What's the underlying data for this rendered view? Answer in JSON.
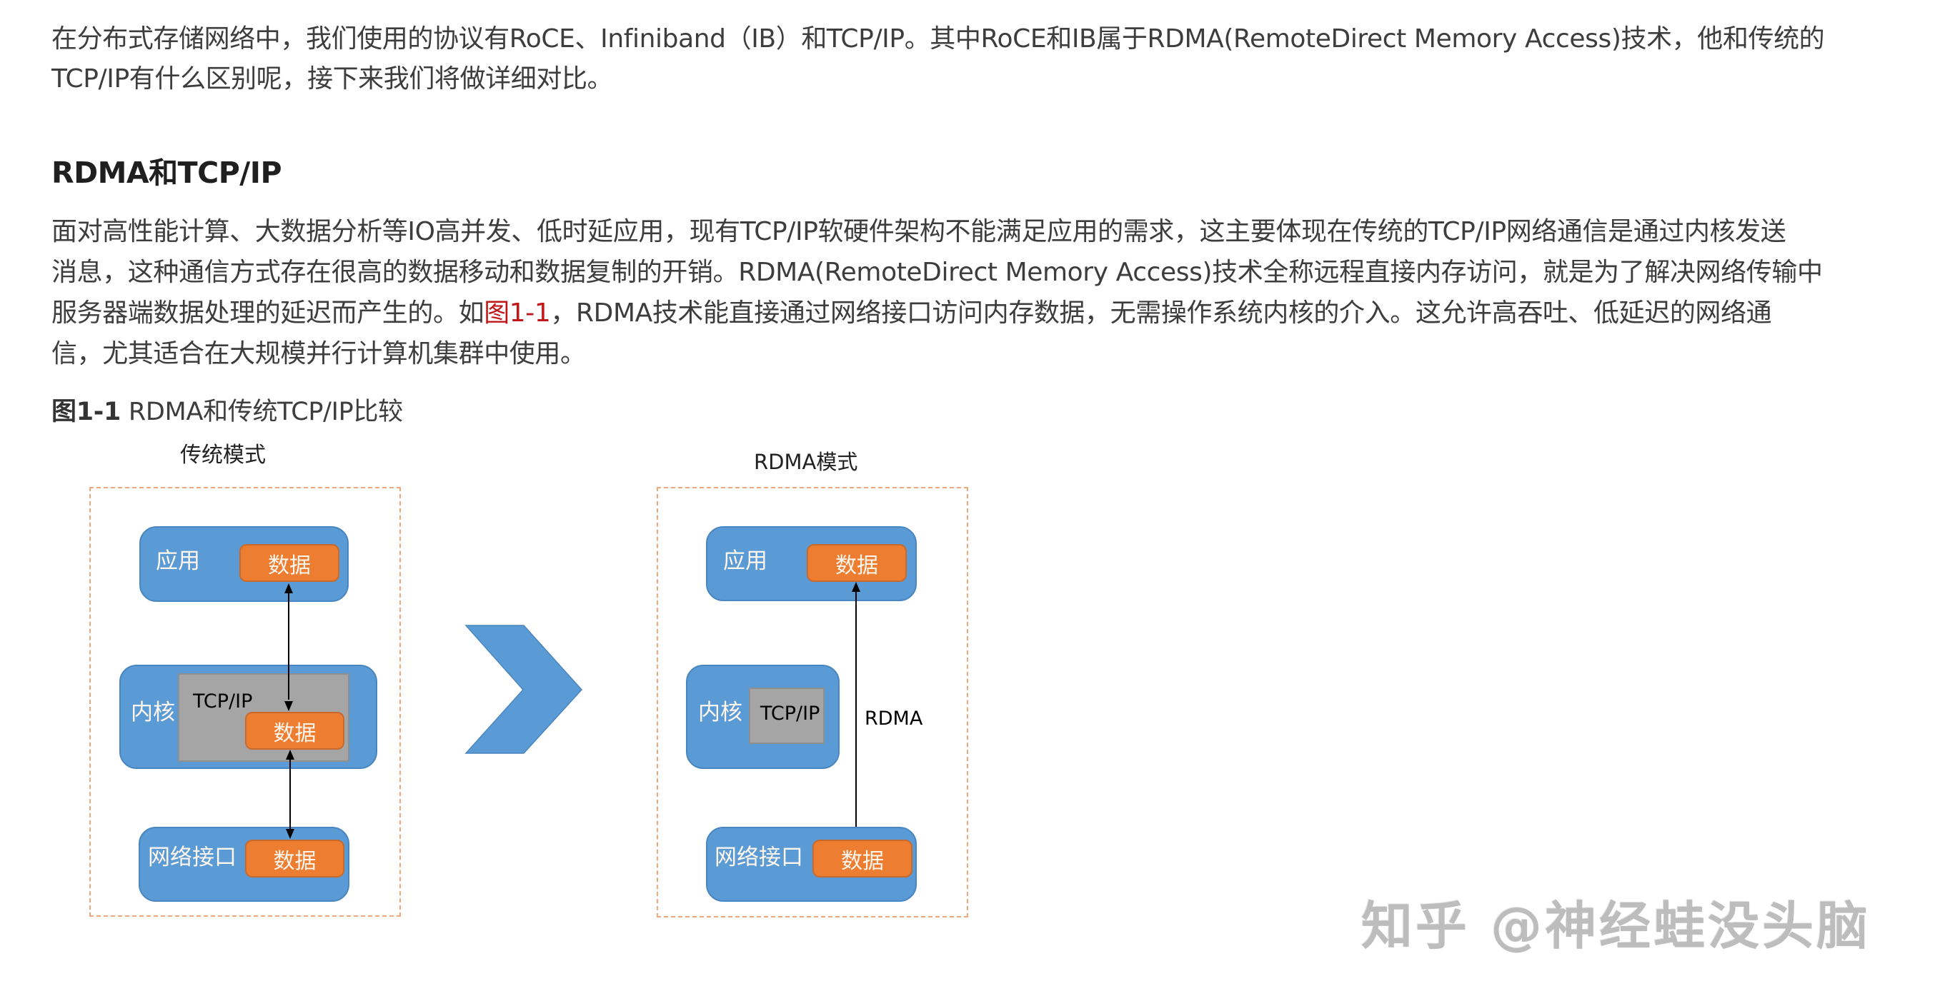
{
  "intro": {
    "lines": [
      "在分布式存储网络中，我们使用的协议有RoCE、Infiniband（IB）和TCP/IP。其中RoCE和IB属于RDMA(RemoteDirect Memory Access)技术，他和传统的",
      "TCP/IP有什么区别呢，接下来我们将做详细对比。"
    ]
  },
  "section": {
    "heading": "RDMA和TCP/IP"
  },
  "body": {
    "line1": "面对高性能计算、大数据分析等IO高并发、低时延应用，现有TCP/IP软硬件架构不能满足应用的需求，这主要体现在传统的TCP/IP网络通信是通过内核发送",
    "line2": "消息，这种通信方式存在很高的数据移动和数据复制的开销。RDMA(RemoteDirect Memory Access)技术全称远程直接内存访问，就是为了解决网络传输中",
    "line3_before": "服务器端数据处理的延迟而产生的。如",
    "line3_link": "图1-1",
    "line3_after": "，RDMA技术能直接通过网络接口访问内存数据，无需操作系统内核的介入。这允许高吞吐、低延迟的网络通",
    "line4": "信，尤其适合在大规模并行计算机集群中使用。"
  },
  "figure": {
    "caption_label": "图1-1",
    "caption_text": " RDMA和传统TCP/IP比较",
    "traditional": {
      "title": "传统模式",
      "app_label": "应用",
      "app_data": "数据",
      "kernel_label": "内核",
      "kernel_stack": "TCP/IP",
      "kernel_data": "数据",
      "nic_label": "网络接口",
      "nic_data": "数据"
    },
    "rdma": {
      "title": "RDMA模式",
      "app_label": "应用",
      "app_data": "数据",
      "kernel_label": "内核",
      "kernel_stack": "TCP/IP",
      "path_label": "RDMA",
      "nic_label": "网络接口",
      "nic_data": "数据"
    },
    "colors": {
      "layer_blue": "#5b9bd5",
      "data_orange": "#ed7d31",
      "stack_gray": "#a5a5a5",
      "frame_dashed": "#f0a878",
      "link_red": "#c01818"
    }
  },
  "watermark": {
    "text": "知乎 @神经蛙没头脑"
  }
}
